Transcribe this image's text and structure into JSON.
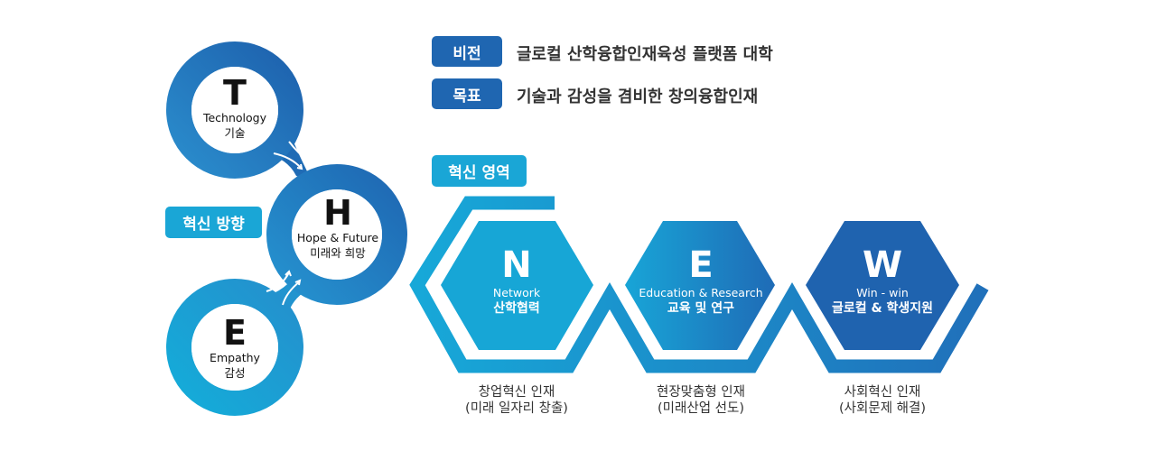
{
  "vision": {
    "label": "비전",
    "text": "글로컬 산학융합인재육성 플랫폼 대학"
  },
  "goal": {
    "label": "목표",
    "text": "기술과 감성을 겸비한 창의융합인재"
  },
  "direction": {
    "label": "혁신 방향",
    "circles": [
      {
        "letter": "T",
        "en": "Technology",
        "ko": "기술"
      },
      {
        "letter": "H",
        "en": "Hope & Future",
        "ko": "미래와 희망"
      },
      {
        "letter": "E",
        "en": "Empathy",
        "ko": "감성"
      }
    ]
  },
  "area": {
    "label": "혁신 영역",
    "hexes": [
      {
        "letter": "N",
        "en": "Network",
        "ko": "산학협력",
        "outcome1": "창업혁신 인재",
        "outcome2": "(미래 일자리 창출)"
      },
      {
        "letter": "E",
        "en": "Education & Research",
        "ko": "교육 및 연구",
        "outcome1": "현장맞춤형 인재",
        "outcome2": "(미래산업 선도)"
      },
      {
        "letter": "W",
        "en": "Win - win",
        "ko": "글로컬 & 학생지원",
        "outcome1": "사회혁신 인재",
        "outcome2": "(사회문제 해결)"
      }
    ]
  },
  "colors": {
    "dark_blue": "#1f64b0",
    "light_blue": "#17a7d6"
  }
}
